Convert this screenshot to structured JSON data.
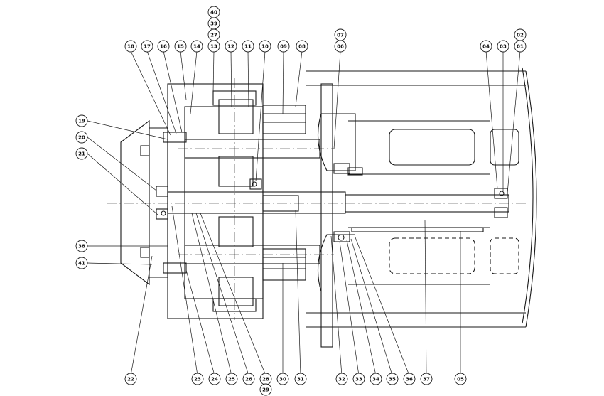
{
  "drawing": {
    "type": "mechanical sectional assembly drawing",
    "line_color": "#1a1a1a",
    "background": "#ffffff"
  },
  "callouts": {
    "top": [
      "40",
      "39",
      "27",
      "13",
      "18",
      "17",
      "16",
      "15",
      "14",
      "12",
      "11",
      "10",
      "09",
      "08",
      "07",
      "06",
      "04",
      "03",
      "02",
      "01"
    ],
    "left": [
      "19",
      "20",
      "21",
      "38",
      "41"
    ],
    "bottom": [
      "22",
      "23",
      "24",
      "25",
      "26",
      "28",
      "29",
      "30",
      "31",
      "32",
      "33",
      "34",
      "35",
      "36",
      "37",
      "05"
    ]
  }
}
